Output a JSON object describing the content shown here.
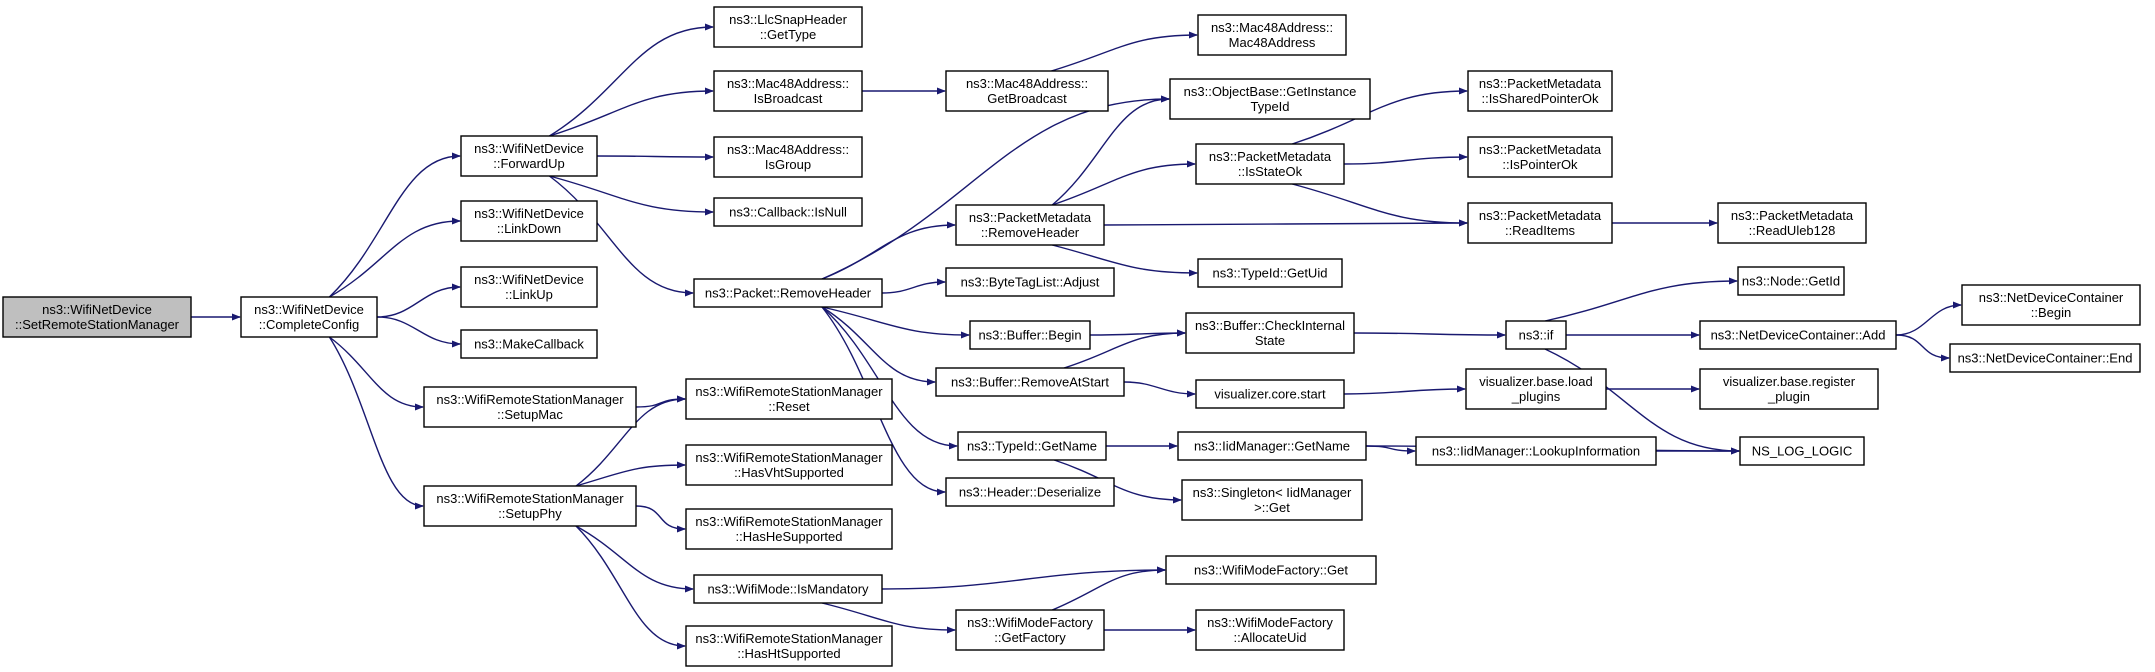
{
  "diagram": {
    "nodes": {
      "n0": {
        "lines": [
          "ns3::WifiNetDevice",
          "::SetRemoteStationManager"
        ],
        "root": true
      },
      "n1": {
        "lines": [
          "ns3::WifiNetDevice",
          "::CompleteConfig"
        ]
      },
      "n2": {
        "lines": [
          "ns3::WifiNetDevice",
          "::ForwardUp"
        ]
      },
      "n3": {
        "lines": [
          "ns3::WifiNetDevice",
          "::LinkDown"
        ]
      },
      "n4": {
        "lines": [
          "ns3::WifiNetDevice",
          "::LinkUp"
        ]
      },
      "n5": {
        "lines": [
          "ns3::MakeCallback"
        ]
      },
      "n6": {
        "lines": [
          "ns3::WifiRemoteStationManager",
          "::SetupMac"
        ]
      },
      "n7": {
        "lines": [
          "ns3::WifiRemoteStationManager",
          "::SetupPhy"
        ]
      },
      "n8": {
        "lines": [
          "ns3::LlcSnapHeader",
          "::GetType"
        ]
      },
      "n9": {
        "lines": [
          "ns3::Mac48Address::",
          "IsBroadcast"
        ]
      },
      "n10": {
        "lines": [
          "ns3::Mac48Address::",
          "IsGroup"
        ]
      },
      "n11": {
        "lines": [
          "ns3::Callback::IsNull"
        ]
      },
      "n12": {
        "lines": [
          "ns3::Packet::RemoveHeader"
        ]
      },
      "n13": {
        "lines": [
          "ns3::WifiRemoteStationManager",
          "::Reset"
        ]
      },
      "n14": {
        "lines": [
          "ns3::WifiRemoteStationManager",
          "::HasVhtSupported"
        ]
      },
      "n15": {
        "lines": [
          "ns3::WifiRemoteStationManager",
          "::HasHeSupported"
        ]
      },
      "n16": {
        "lines": [
          "ns3::WifiMode::IsMandatory"
        ]
      },
      "n17": {
        "lines": [
          "ns3::WifiRemoteStationManager",
          "::HasHtSupported"
        ]
      },
      "n18": {
        "lines": [
          "ns3::Mac48Address::",
          "GetBroadcast"
        ]
      },
      "n19": {
        "lines": [
          "ns3::PacketMetadata",
          "::RemoveHeader"
        ]
      },
      "n20": {
        "lines": [
          "ns3::ByteTagList::Adjust"
        ]
      },
      "n21": {
        "lines": [
          "ns3::Buffer::Begin"
        ]
      },
      "n22": {
        "lines": [
          "ns3::Buffer::RemoveAtStart"
        ]
      },
      "n23": {
        "lines": [
          "ns3::TypeId::GetName"
        ]
      },
      "n24": {
        "lines": [
          "ns3::Header::Deserialize"
        ]
      },
      "n25": {
        "lines": [
          "ns3::WifiModeFactory",
          "::GetFactory"
        ]
      },
      "n26": {
        "lines": [
          "ns3::Mac48Address::",
          "Mac48Address"
        ]
      },
      "n27": {
        "lines": [
          "ns3::ObjectBase::GetInstance",
          "TypeId"
        ]
      },
      "n28": {
        "lines": [
          "ns3::PacketMetadata",
          "::IsStateOk"
        ]
      },
      "n29": {
        "lines": [
          "ns3::TypeId::GetUid"
        ]
      },
      "n30": {
        "lines": [
          "ns3::Buffer::CheckInternal",
          "State"
        ]
      },
      "n31": {
        "lines": [
          "visualizer.core.start"
        ]
      },
      "n32": {
        "lines": [
          "ns3::IidManager::GetName"
        ]
      },
      "n33": {
        "lines": [
          "ns3::Singleton< IidManager",
          ">::Get"
        ]
      },
      "n34": {
        "lines": [
          "ns3::WifiModeFactory::Get"
        ]
      },
      "n35": {
        "lines": [
          "ns3::WifiModeFactory",
          "::AllocateUid"
        ]
      },
      "n36": {
        "lines": [
          "ns3::PacketMetadata",
          "::IsSharedPointerOk"
        ]
      },
      "n37": {
        "lines": [
          "ns3::PacketMetadata",
          "::IsPointerOk"
        ]
      },
      "n38": {
        "lines": [
          "ns3::PacketMetadata",
          "::ReadItems"
        ]
      },
      "n39": {
        "lines": [
          "ns3::if"
        ]
      },
      "n40": {
        "lines": [
          "visualizer.base.load",
          "_plugins"
        ]
      },
      "n41": {
        "lines": [
          "ns3::IidManager::LookupInformation"
        ]
      },
      "n42": {
        "lines": [
          "ns3::PacketMetadata",
          "::ReadUleb128"
        ]
      },
      "n43": {
        "lines": [
          "ns3::Node::GetId"
        ]
      },
      "n44": {
        "lines": [
          "ns3::NetDeviceContainer::Add"
        ]
      },
      "n45": {
        "lines": [
          "visualizer.base.register",
          "_plugin"
        ]
      },
      "n46": {
        "lines": [
          "NS_LOG_LOGIC"
        ]
      },
      "n47": {
        "lines": [
          "ns3::NetDeviceContainer",
          "::Begin"
        ]
      },
      "n48": {
        "lines": [
          "ns3::NetDeviceContainer::End"
        ]
      }
    },
    "edges": [
      [
        "n0",
        "n1"
      ],
      [
        "n1",
        "n2"
      ],
      [
        "n1",
        "n3"
      ],
      [
        "n1",
        "n4"
      ],
      [
        "n1",
        "n5"
      ],
      [
        "n1",
        "n6"
      ],
      [
        "n1",
        "n7"
      ],
      [
        "n2",
        "n8"
      ],
      [
        "n2",
        "n9"
      ],
      [
        "n2",
        "n10"
      ],
      [
        "n2",
        "n11"
      ],
      [
        "n2",
        "n12"
      ],
      [
        "n6",
        "n13"
      ],
      [
        "n7",
        "n13"
      ],
      [
        "n7",
        "n14"
      ],
      [
        "n7",
        "n15"
      ],
      [
        "n7",
        "n16"
      ],
      [
        "n7",
        "n17"
      ],
      [
        "n9",
        "n18"
      ],
      [
        "n18",
        "n26"
      ],
      [
        "n12",
        "n27"
      ],
      [
        "n12",
        "n19"
      ],
      [
        "n12",
        "n20"
      ],
      [
        "n12",
        "n21"
      ],
      [
        "n12",
        "n22"
      ],
      [
        "n12",
        "n23"
      ],
      [
        "n12",
        "n24"
      ],
      [
        "n19",
        "n27"
      ],
      [
        "n19",
        "n28"
      ],
      [
        "n19",
        "n29"
      ],
      [
        "n19",
        "n38"
      ],
      [
        "n28",
        "n36"
      ],
      [
        "n28",
        "n37"
      ],
      [
        "n28",
        "n38"
      ],
      [
        "n38",
        "n42"
      ],
      [
        "n21",
        "n30"
      ],
      [
        "n22",
        "n30"
      ],
      [
        "n22",
        "n31"
      ],
      [
        "n30",
        "n39"
      ],
      [
        "n31",
        "n40"
      ],
      [
        "n40",
        "n45"
      ],
      [
        "n39",
        "n43"
      ],
      [
        "n39",
        "n44"
      ],
      [
        "n39",
        "n46"
      ],
      [
        "n44",
        "n47"
      ],
      [
        "n44",
        "n48"
      ],
      [
        "n23",
        "n32"
      ],
      [
        "n23",
        "n33"
      ],
      [
        "n32",
        "n41"
      ],
      [
        "n32",
        "n46"
      ],
      [
        "n41",
        "n46"
      ],
      [
        "n16",
        "n34"
      ],
      [
        "n16",
        "n25"
      ],
      [
        "n25",
        "n34"
      ],
      [
        "n25",
        "n35"
      ]
    ]
  }
}
